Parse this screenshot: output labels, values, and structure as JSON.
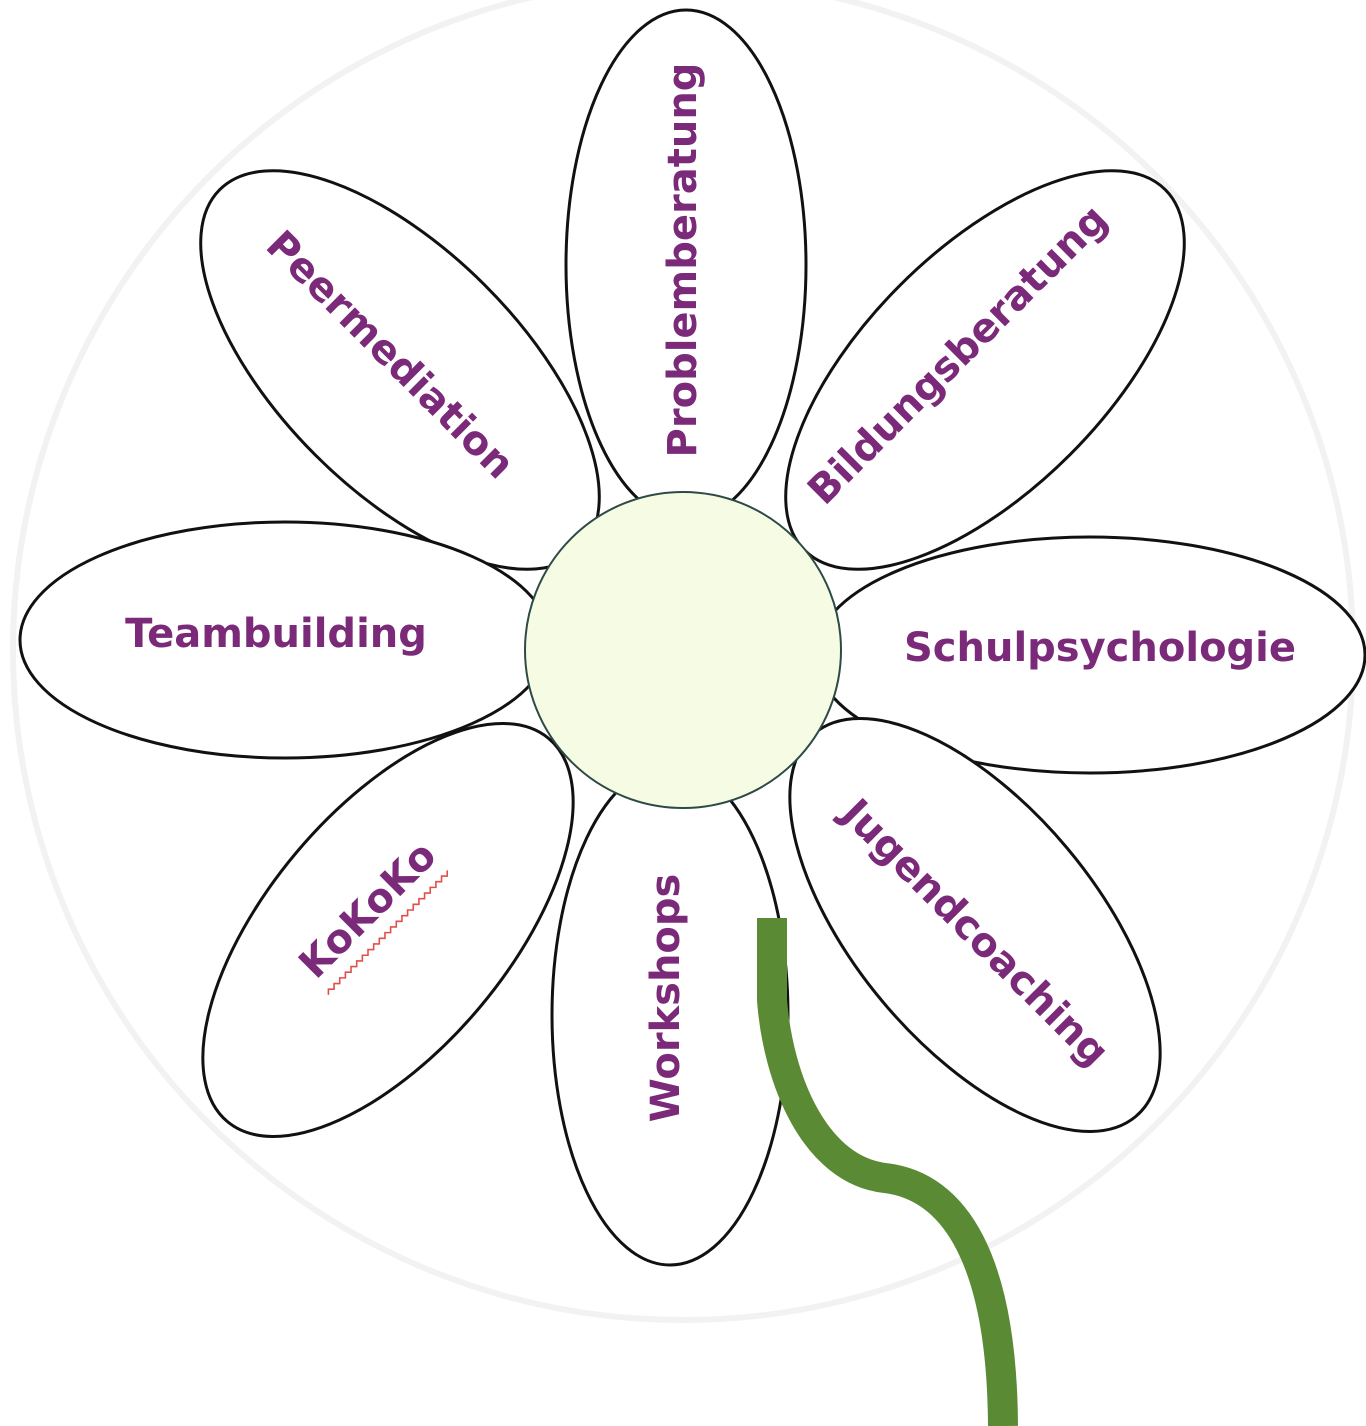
{
  "diagram": {
    "petals": [
      {
        "id": "problemberatung",
        "label": "Problemberatung"
      },
      {
        "id": "bildungsberatung",
        "label": "Bildungsberatung"
      },
      {
        "id": "schulpsychologie",
        "label": "Schulpsychologie"
      },
      {
        "id": "jugendcoaching",
        "label": "Jugendcoaching"
      },
      {
        "id": "workshops",
        "label": "Workshops"
      },
      {
        "id": "kokoko",
        "label": "KoKoKo"
      },
      {
        "id": "teambuilding",
        "label": "Teambuilding"
      },
      {
        "id": "peermediation",
        "label": "Peermediation"
      }
    ],
    "colors": {
      "label_text": "#7a2a78",
      "petal_fill": "#ffffff",
      "petal_outline": "#111111",
      "center_fill": "#f6fbe3",
      "stem": "#5b8a35",
      "spellcheck_underline": "#e0504a"
    }
  }
}
